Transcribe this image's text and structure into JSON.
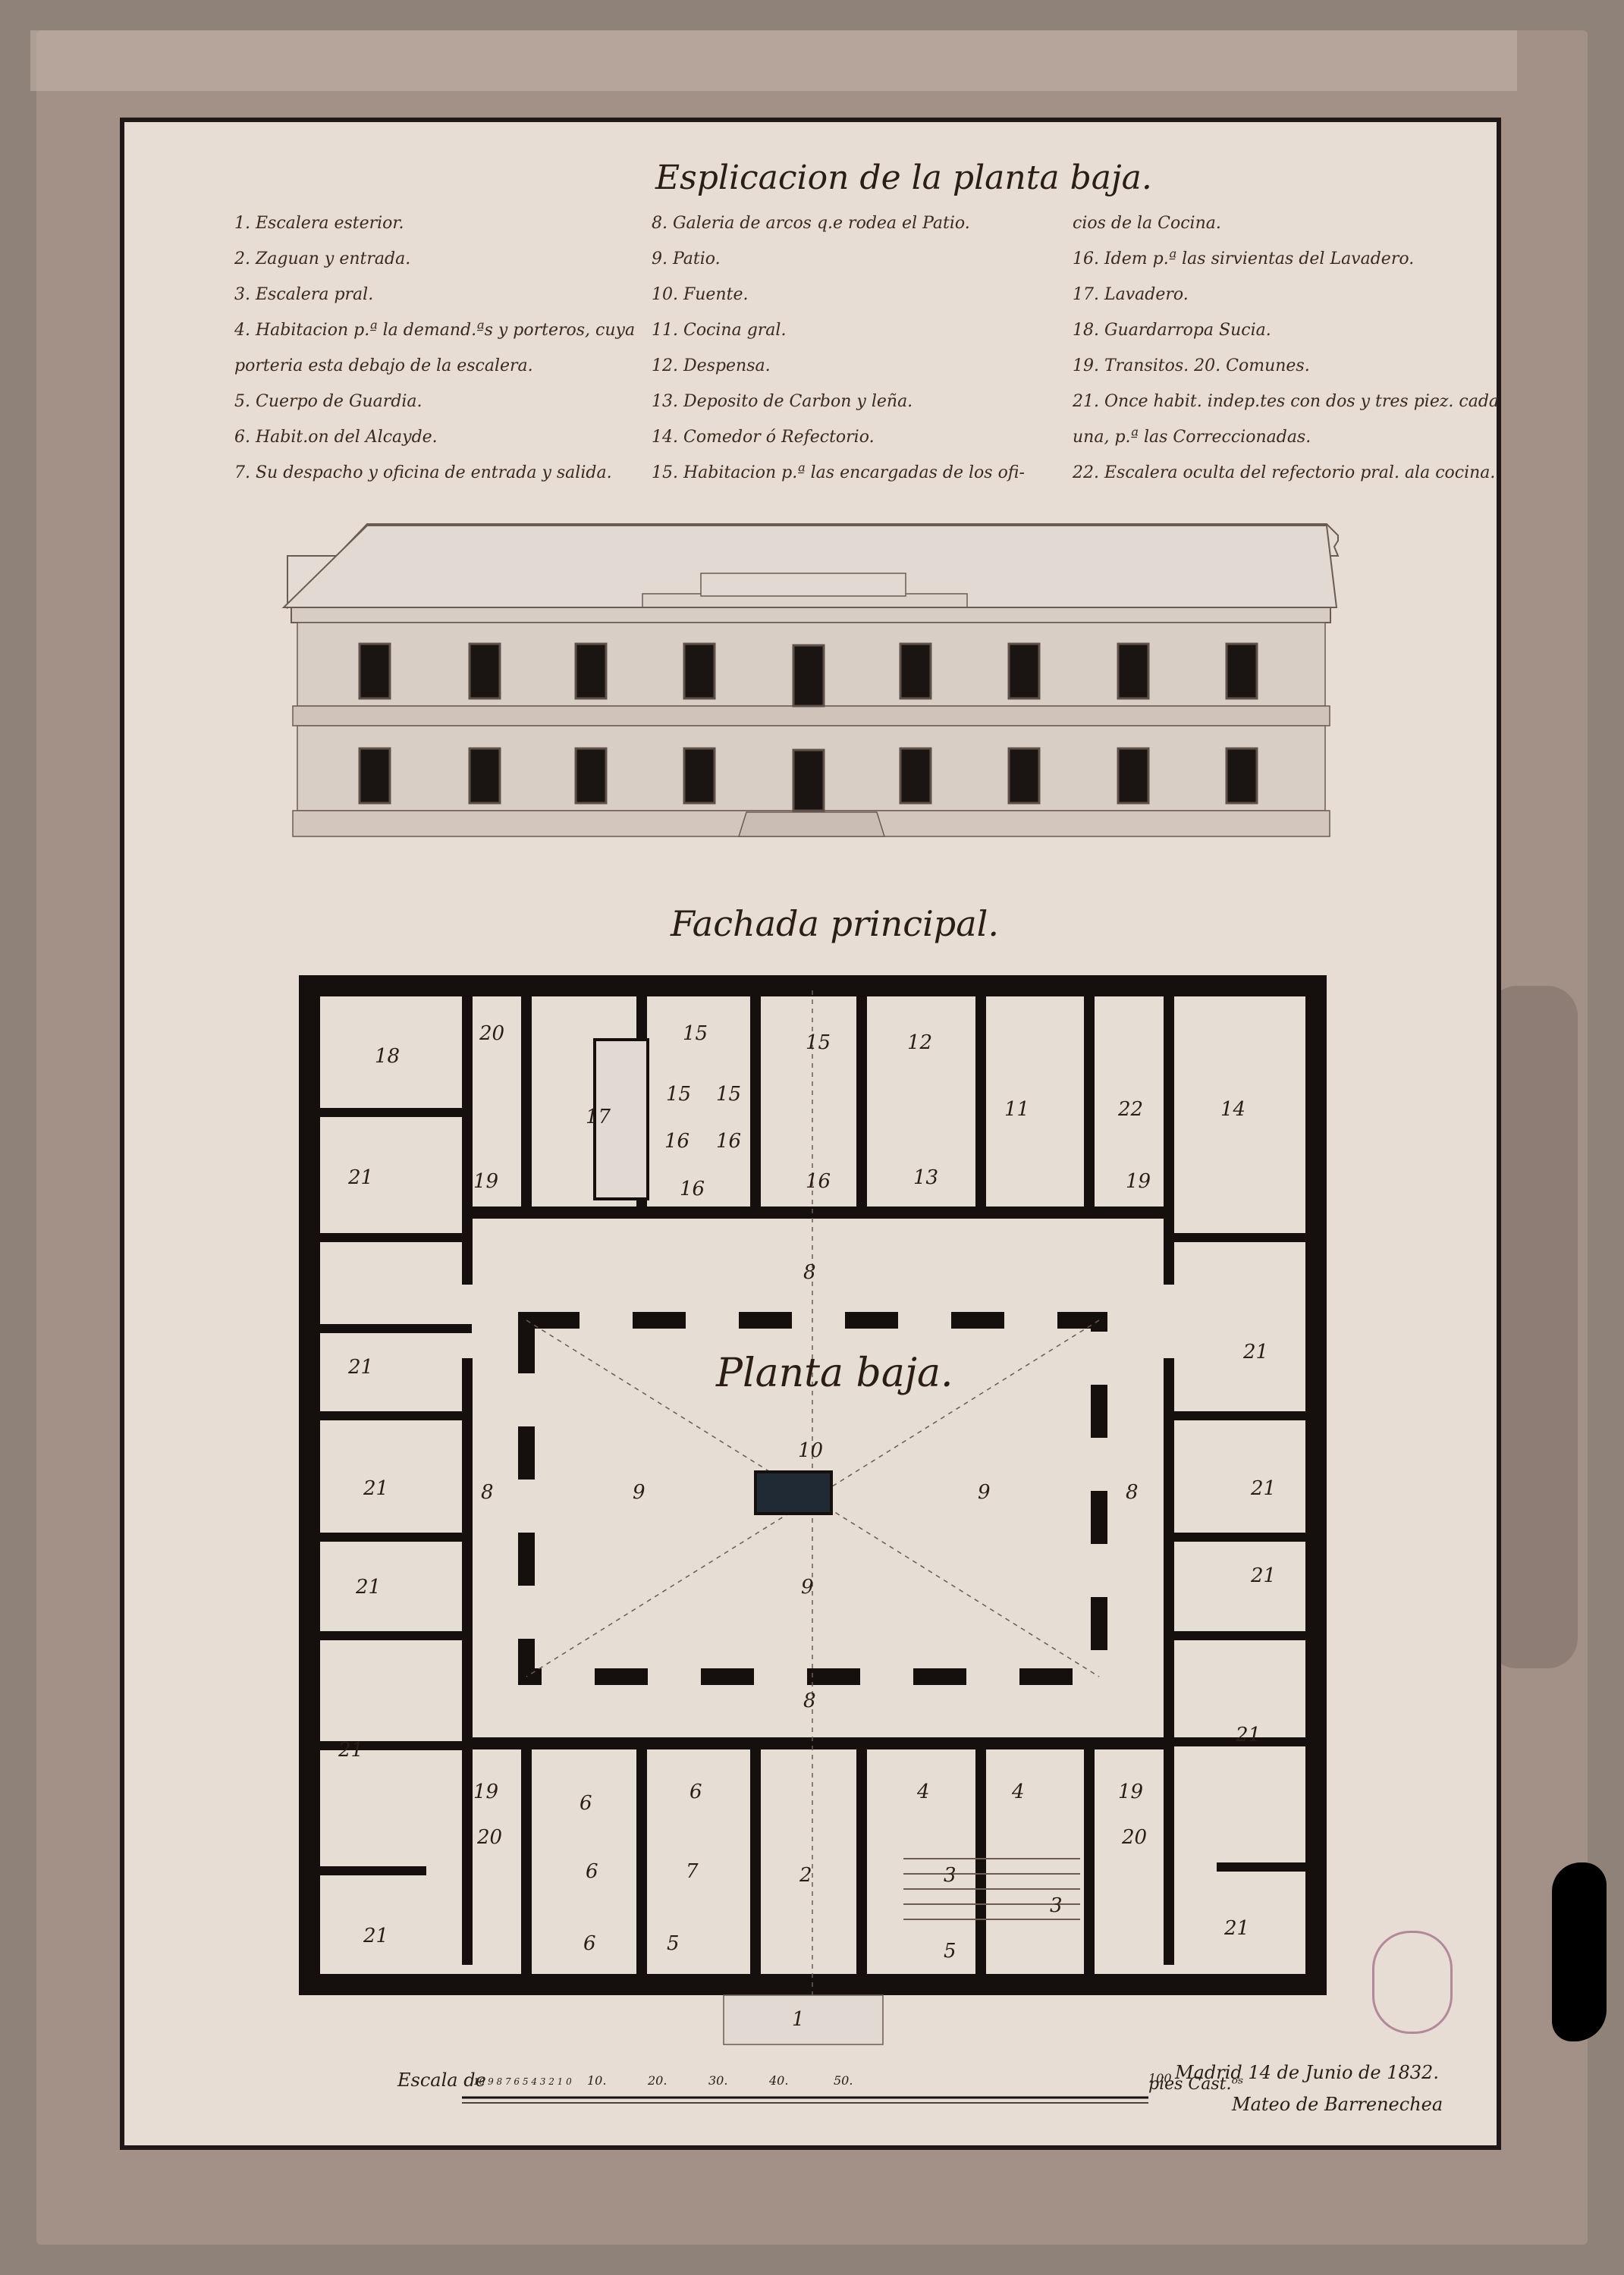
{
  "legend": {
    "title": "Esplicacion de la planta baja.",
    "col1": [
      "1. Escalera esterior.",
      "2. Zaguan y entrada.",
      "3. Escalera pral.",
      "4. Habitacion p.ª la demand.ªs y porteros, cuya",
      "porteria esta debajo de la escalera.",
      "5. Cuerpo de Guardia.",
      "6. Habit.on del Alcayde.",
      "7. Su despacho y oficina de entrada y salida."
    ],
    "col2": [
      "8. Galeria de arcos q.e rodea el Patio.",
      "9. Patio.",
      "10. Fuente.",
      "11. Cocina gral.",
      "12. Despensa.",
      "13. Deposito de Carbon y leña.",
      "14. Comedor ó Refectorio.",
      "15. Habitacion p.ª las encargadas de los ofi-"
    ],
    "col3": [
      "cios de la Cocina.",
      "16. Idem p.ª las sirvientas del Lavadero.",
      "17. Lavadero.",
      "18. Guardarropa Sucia.",
      "19. Transitos.          20. Comunes.",
      "21. Once habit. indep.tes con dos y tres piez. cada",
      "una, p.ª las Correccionadas.",
      "22. Escalera oculta del refectorio pral. ala cocina."
    ]
  },
  "facade": {
    "label": "Fachada principal."
  },
  "plan": {
    "label": "Planta baja.",
    "room_numbers": [
      "18",
      "20",
      "17",
      "15",
      "15",
      "15",
      "15",
      "16",
      "16",
      "16",
      "16",
      "12",
      "11",
      "13",
      "22",
      "14",
      "21",
      "19",
      "19",
      "8",
      "21",
      "21",
      "8",
      "9",
      "10",
      "9",
      "9",
      "8",
      "21",
      "21",
      "21",
      "21",
      "8",
      "21",
      "19",
      "6",
      "6",
      "6",
      "7",
      "6",
      "5",
      "4",
      "4",
      "3",
      "2",
      "3",
      "5",
      "19",
      "20",
      "20",
      "21",
      "21",
      "21",
      "1"
    ]
  },
  "scale": {
    "label": "Escala de",
    "ticks": [
      "10 9 8 7 6 5 4 3 2 1 0",
      "10.",
      "20.",
      "30.",
      "40.",
      "50."
    ],
    "end_tick": "100",
    "units": "pies Cast.ᵒˢ"
  },
  "signature": {
    "date": "Madrid 14 de Junio de 1832.",
    "name": "Mateo de Barrenechea"
  },
  "colors": {
    "paper": "#e7ddd5",
    "ink": "#15100e",
    "mount": "#a39187",
    "stamp": "#a4748a"
  }
}
